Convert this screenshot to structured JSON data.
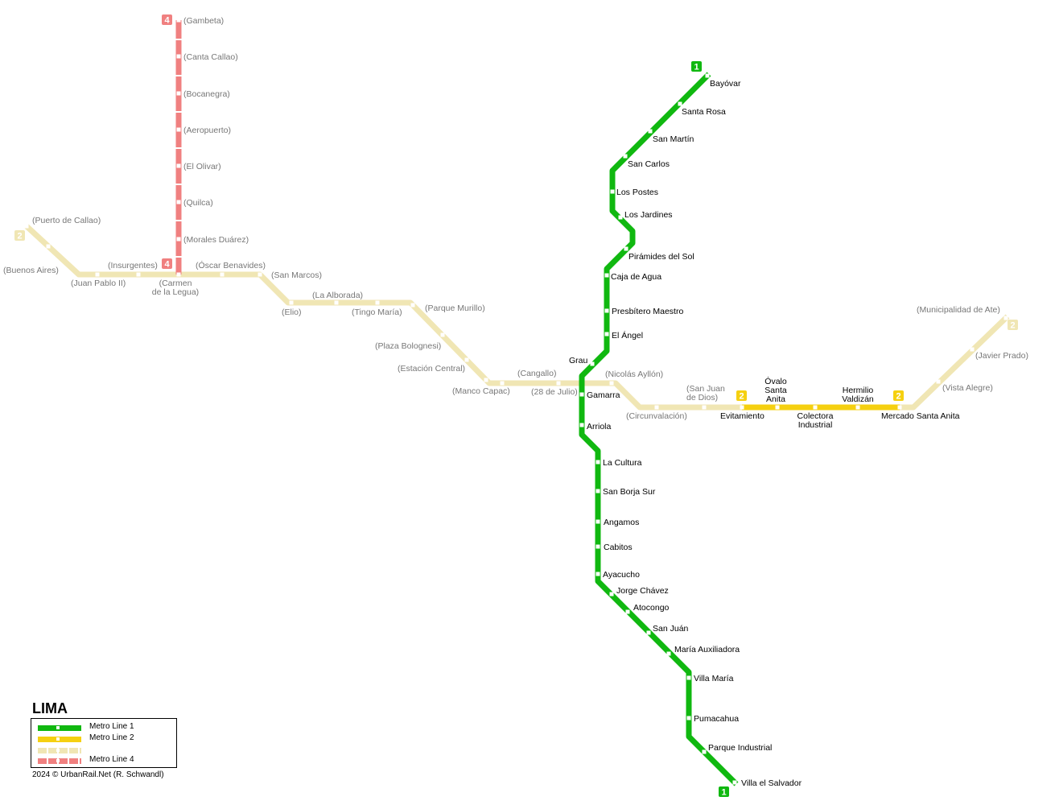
{
  "title": "LIMA",
  "copyright": "2024 © UrbanRail.Net (R. Schwandl)",
  "colors": {
    "line1": "#10b810",
    "line2": "#f5d010",
    "line2_future": "#f0e6b4",
    "line4": "#f08080",
    "label_active": "#000000",
    "label_future": "#777777"
  },
  "legend": {
    "items": [
      {
        "label": "Metro Line 1",
        "color": "#10b810",
        "dashed": false
      },
      {
        "label": "Metro Line 2",
        "color": "#f5d010",
        "dashed": false
      },
      {
        "label": "",
        "color": "#f0e6b4",
        "dashed": true
      },
      {
        "label": "Metro Line 4",
        "color": "#f08080",
        "dashed": true
      }
    ]
  },
  "badges": {
    "line1_north": "1",
    "line1_south": "1",
    "line2_west": "2",
    "line2_east": "2",
    "line2_mid_a": "2",
    "line2_mid_b": "2",
    "line4_north": "4",
    "line4_south": "4"
  },
  "line1_stations": [
    "Bayóvar",
    "Santa Rosa",
    "San Martín",
    "San Carlos",
    "Los Postes",
    "Los Jardines",
    "Pirámides del Sol",
    "Caja de Agua",
    "Presbítero Maestro",
    "El Ángel",
    "Grau",
    "Gamarra",
    "Arriola",
    "La Cultura",
    "San Borja Sur",
    "Angamos",
    "Cabitos",
    "Ayacucho",
    "Jorge Chávez",
    "Atocongo",
    "San Juán",
    "María  Auxiliadora",
    "Villa María",
    "Pumacahua",
    "Parque Industrial",
    "Villa el Salvador"
  ],
  "line2_active_stations": [
    "Evitamiento",
    "Óvalo\nSanta\nAnita",
    "Colectora\nIndustrial",
    "Hermilio\nValdizán",
    "Mercado Santa Anita"
  ],
  "line2_future_stations": [
    "(Puerto de Callao)",
    "(Buenos Aires)",
    "(Juan Pablo II)",
    "(Insurgentes)",
    "(Carmen\nde la Legua)",
    "(Óscar Benavides)",
    "(San Marcos)",
    "(Elio)",
    "(La Alborada)",
    "(Tingo María)",
    "(Parque Murillo)",
    "(Plaza Bolognesi)",
    "(Estación Central)",
    "(Manco Capac)",
    "(Cangallo)",
    "(28 de Julio)",
    "(Nicolás Ayllón)",
    "(Circunvalación)",
    "(San Juan\nde Dios)",
    "(Vista Alegre)",
    "(Javier Prado)",
    "(Municipalidad de Ate)"
  ],
  "line4_stations": [
    "(Gambeta)",
    "(Canta Callao)",
    "(Bocanegra)",
    "(Aeropuerto)",
    "(El Olivar)",
    "(Quilca)",
    "(Morales Duárez)"
  ]
}
